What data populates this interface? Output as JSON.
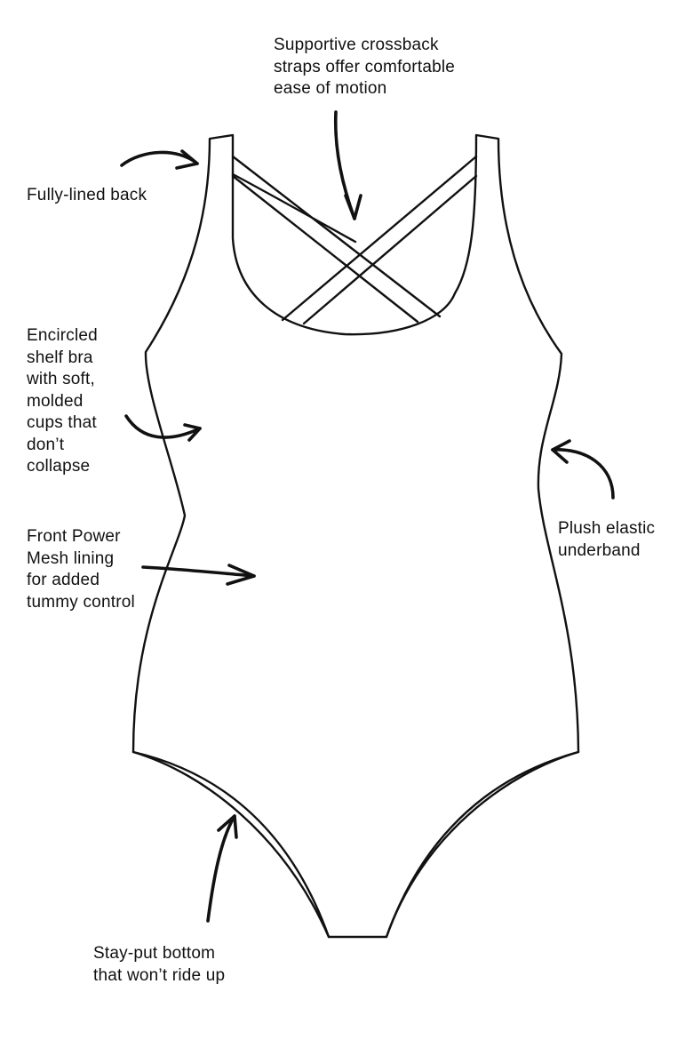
{
  "callouts": {
    "crossback": [
      "Supportive crossback",
      "straps offer comfortable",
      "ease of motion"
    ],
    "lined_back": [
      "Fully-lined back"
    ],
    "shelf_bra": [
      "Encircled",
      "shelf bra",
      "with soft,",
      "molded",
      "cups that",
      "don’t",
      "collapse"
    ],
    "power_mesh": [
      "Front Power",
      "Mesh lining",
      "for added",
      "tummy control"
    ],
    "underband": [
      "Plush elastic",
      "underband"
    ],
    "bottom": [
      "Stay-put bottom",
      "that won’t ride up"
    ]
  },
  "icons": {
    "garment": "swimsuit-outline-icon",
    "pointer": "curved-arrow-icon"
  },
  "colors": {
    "ink": "#111111",
    "background": "#ffffff"
  }
}
